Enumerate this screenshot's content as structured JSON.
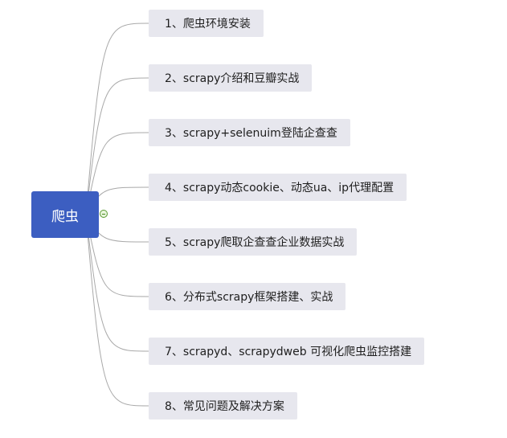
{
  "central_topic": "爬虫",
  "toggle_icon": "collapse-minus-icon",
  "colors": {
    "central_bg": "#3c5ec1",
    "central_text": "#ffffff",
    "topic_bg": "#e7e7ee",
    "topic_text": "#1e1e1e",
    "connector": "#a9a9a9",
    "toggle": "#5a9a32"
  },
  "topics": [
    "1、爬虫环境安装",
    "2、scrapy介绍和豆瓣实战",
    "3、scrapy+selenuim登陆企查查",
    "4、scrapy动态cookie、动态ua、ip代理配置",
    "5、scrapy爬取企查查企业数据实战",
    "6、分布式scrapy框架搭建、实战",
    "7、scrapyd、scrapydweb 可视化爬虫监控搭建",
    "8、常见问题及解决方案"
  ]
}
